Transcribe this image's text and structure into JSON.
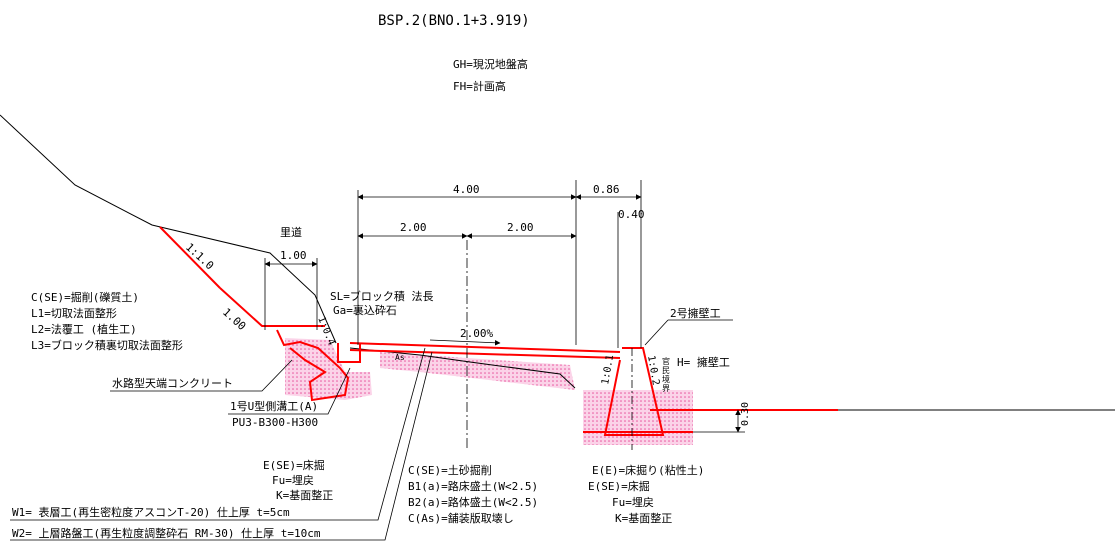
{
  "title": "BSP.2(BNO.1+3.919)",
  "legend": {
    "gh": "GH=現況地盤高",
    "fh": "FH=計画高"
  },
  "dimensions": {
    "total_width": "4.00",
    "right_offset": "0.86",
    "wall_top": "0.40",
    "half_left": "2.00",
    "half_right": "2.00",
    "satodo_width": "1.00",
    "slope_width": "1.00",
    "wall_embed": "0.30",
    "cross_slope": "2.00%"
  },
  "slope_ratios": {
    "cut_slope": "1:1.0",
    "block_slope": "1:0.4",
    "wall_front": "1:0.2",
    "wall_back": "1:0.1"
  },
  "labels": {
    "satodo": "里道",
    "sl": "SL=ブロック積 法長",
    "ga": "Ga=裏込砕石",
    "wall2": "2号擁壁工",
    "h_wall": "H= 擁壁工",
    "boundary": "官民境界",
    "as": "As",
    "suiro": "水路型天端コンクリート",
    "gutter_name": "1号U型側溝工(A)",
    "gutter_spec": "PU3-B300-H300"
  },
  "left_notes": [
    "C(SE)=掘削(礫質土)",
    "L1=切取法面整形",
    "L2=法覆工 (植生工)",
    "L3=ブロック積裏切取法面整形"
  ],
  "bottom_notes_left": [
    "E(SE)=床掘",
    "Fu=埋戻",
    "K=基面整正"
  ],
  "bottom_notes_mid": [
    "C(SE)=土砂掘削",
    "B1(a)=路床盛土(W<2.5)",
    "B2(a)=路体盛土(W<2.5)",
    "C(As)=舗装版取壊し"
  ],
  "bottom_notes_right": [
    "E(E)=床掘り(粘性土)",
    "E(SE)=床掘",
    "Fu=埋戻",
    "K=基面整正"
  ],
  "pavement": {
    "w1": "W1= 表層工(再生密粒度アスコンT-20) 仕上厚 t=5cm",
    "w2": "W2= 上層路盤工(再生粒度調整砕石 RM-30) 仕上厚 t=10cm"
  },
  "colors": {
    "design_line": "#ff0000",
    "fill_area": "#f7a6cf",
    "ground_line": "#000000"
  }
}
